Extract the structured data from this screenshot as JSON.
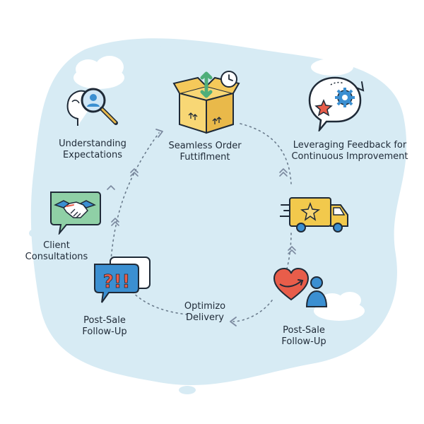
{
  "diagram": {
    "nodes": [
      {
        "id": "understanding",
        "label_lines": [
          "Understanding",
          "Expectations"
        ],
        "icon": "search-person-icon"
      },
      {
        "id": "fulfillment",
        "label_lines": [
          "Seamless Order",
          "Futtiflment"
        ],
        "icon": "open-box-icon"
      },
      {
        "id": "feedback",
        "label_lines": [
          "Leveraging Feedback for",
          "Continuous Improvement"
        ],
        "icon": "feedback-bubble-icon"
      },
      {
        "id": "delivery-truck",
        "label_lines": [],
        "icon": "delivery-truck-icon"
      },
      {
        "id": "followup-right",
        "label_lines": [
          "Post-Sale",
          "Follow-Up"
        ],
        "icon": "heart-user-icon"
      },
      {
        "id": "optimize",
        "label_lines": [
          "Optimizo",
          "Delivery"
        ],
        "icon": ""
      },
      {
        "id": "followup-left",
        "label_lines": [
          "Post-Sale",
          "Follow-Up"
        ],
        "icon": "alert-chat-icon"
      },
      {
        "id": "consultations",
        "label_lines": [
          "Client",
          "Consultations"
        ],
        "icon": "handshake-chat-icon"
      }
    ],
    "icon_marks": {
      "alert_chat": "?!!"
    },
    "colors": {
      "blob": "#d7ebf4",
      "blob_light": "#e4f2f8",
      "cloud": "#ffffff",
      "dashes": "#6b7c8d",
      "arrow": "#7c8aa0",
      "box": "#f8d775",
      "box_dark": "#e9b94a",
      "icon_blue": "#3b8fd1",
      "icon_green": "#4fae7a",
      "icon_red": "#e85d4a",
      "truck": "#f2c94c",
      "outline": "#1f2a37"
    }
  }
}
